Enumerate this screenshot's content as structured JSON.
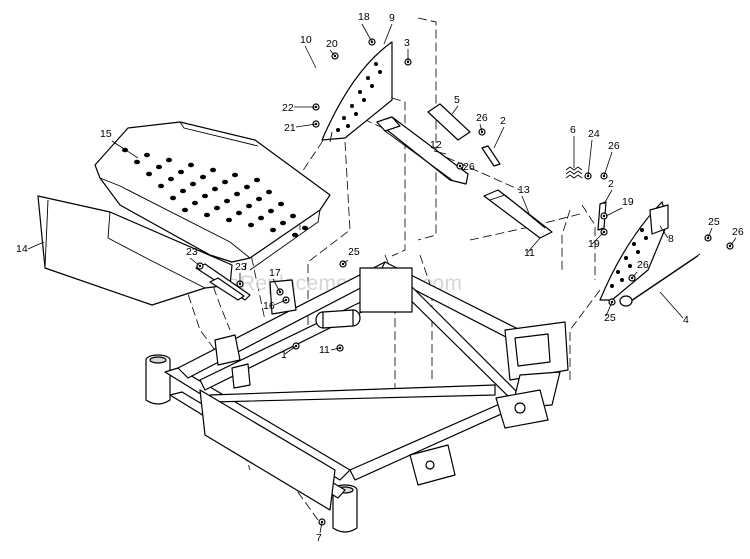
{
  "diagram": {
    "watermark": "eReplacementParts.com",
    "callouts": [
      {
        "id": "c18",
        "label": "18"
      },
      {
        "id": "c9",
        "label": "9"
      },
      {
        "id": "c10",
        "label": "10"
      },
      {
        "id": "c20",
        "label": "20"
      },
      {
        "id": "c3",
        "label": "3"
      },
      {
        "id": "c22",
        "label": "22"
      },
      {
        "id": "c21",
        "label": "21"
      },
      {
        "id": "c5",
        "label": "5"
      },
      {
        "id": "c26a",
        "label": "26"
      },
      {
        "id": "c2a",
        "label": "2"
      },
      {
        "id": "c15",
        "label": "15"
      },
      {
        "id": "c12",
        "label": "12"
      },
      {
        "id": "c26b",
        "label": "26"
      },
      {
        "id": "c6",
        "label": "6"
      },
      {
        "id": "c24",
        "label": "24"
      },
      {
        "id": "c26c",
        "label": "26"
      },
      {
        "id": "c2b",
        "label": "2"
      },
      {
        "id": "c13",
        "label": "13"
      },
      {
        "id": "c19a",
        "label": "19"
      },
      {
        "id": "c19b",
        "label": "19"
      },
      {
        "id": "c8",
        "label": "8"
      },
      {
        "id": "c25a",
        "label": "25"
      },
      {
        "id": "c26d",
        "label": "26"
      },
      {
        "id": "c11a",
        "label": "11"
      },
      {
        "id": "c14",
        "label": "14"
      },
      {
        "id": "c23a",
        "label": "23"
      },
      {
        "id": "c23b",
        "label": "23"
      },
      {
        "id": "c25b",
        "label": "25"
      },
      {
        "id": "c17",
        "label": "17"
      },
      {
        "id": "c16",
        "label": "16"
      },
      {
        "id": "c26e",
        "label": "26"
      },
      {
        "id": "c25c",
        "label": "25"
      },
      {
        "id": "c4",
        "label": "4"
      },
      {
        "id": "c1",
        "label": "1"
      },
      {
        "id": "c11b",
        "label": "11"
      },
      {
        "id": "c7",
        "label": "7"
      }
    ]
  }
}
